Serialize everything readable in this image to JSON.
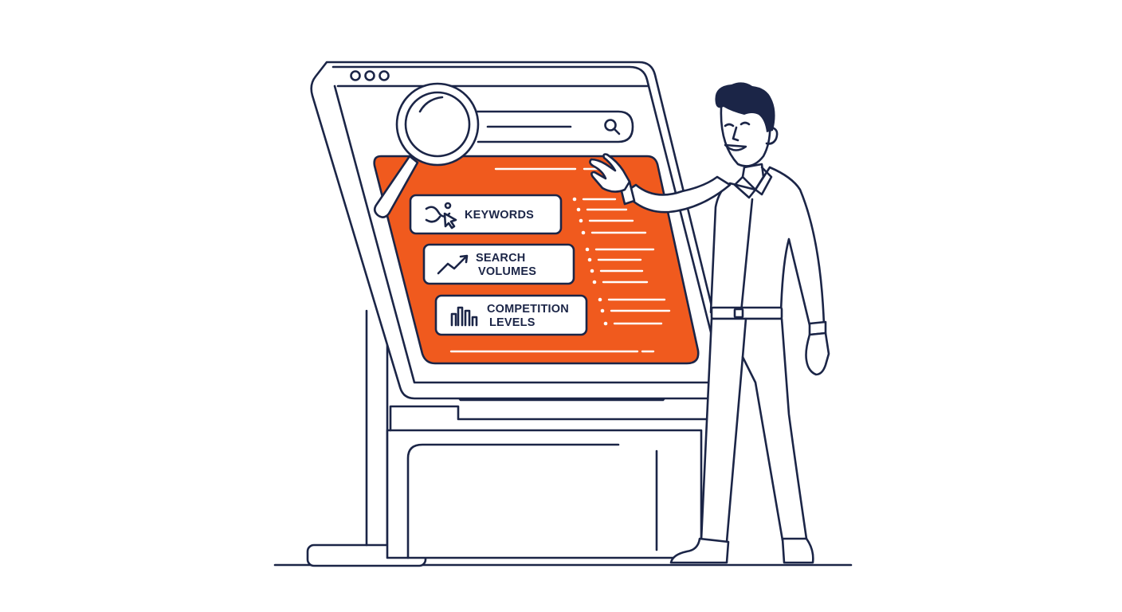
{
  "colors": {
    "ink": "#1b2547",
    "accent": "#f05a1e",
    "background": "#ffffff",
    "hair": "#1b2547"
  },
  "window": {
    "controls": [
      "dot",
      "dot",
      "dot"
    ]
  },
  "cards": [
    {
      "icon": "path-cursor-icon",
      "lines": [
        "KEYWORDS"
      ]
    },
    {
      "icon": "trend-up-icon",
      "lines": [
        "SEARCH",
        "VOLUMES"
      ]
    },
    {
      "icon": "bar-chart-icon",
      "lines": [
        "COMPETITION",
        "LEVELS"
      ]
    }
  ],
  "icons": {
    "search": "search-icon",
    "magnifier": "magnifying-glass-icon"
  }
}
